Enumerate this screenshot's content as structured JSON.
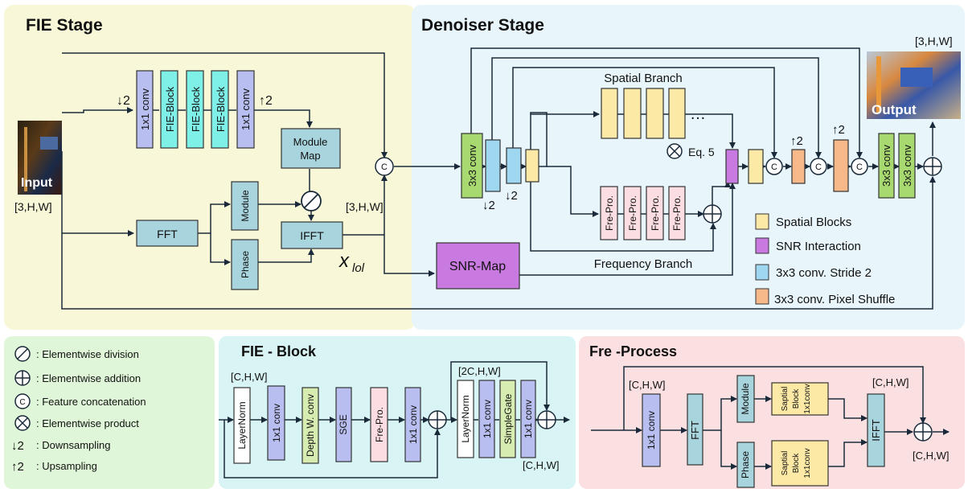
{
  "fie_stage": {
    "title": "FIE Stage",
    "input_label": "Input",
    "input_dim": "[3,H,W]",
    "down_label": "↓2",
    "up_label": "↑2",
    "blocks": [
      "1x1 conv",
      "FIE-Block",
      "FIE-Block",
      "FIE-Block",
      "1x1 conv"
    ],
    "module_map": [
      "Module",
      "Map"
    ],
    "fft": "FFT",
    "module": "Module",
    "phase": "Phase",
    "ifft": "IFFT",
    "out_dim": "[3,H,W]",
    "x_lol": "x",
    "x_lol_sub": "lol",
    "concat": "C"
  },
  "denoiser": {
    "title": "Denoiser Stage",
    "output_dim": "[3,H,W]",
    "output_label": "Output",
    "spatial_branch": "Spatial Branch",
    "frequency_branch": "Frequency Branch",
    "conv3": "3x3 conv",
    "down": "↓2",
    "up": "↑2",
    "ellipsis": "…",
    "eq": "Eq. 5",
    "fre_pro": "Fre-Pro.",
    "snr_map": "SNR-Map",
    "concat": "C",
    "legend": [
      {
        "label": "Spatial Blocks",
        "color": "#fde9a6"
      },
      {
        "label": "SNR Interaction",
        "color": "#c87ae0"
      },
      {
        "label": "3x3 conv. Stride 2",
        "color": "#9fd6f0"
      },
      {
        "label": "3x3 conv. Pixel Shuffle",
        "color": "#f7b98a"
      }
    ]
  },
  "symbols": {
    "items": [
      {
        "label": ": Elementwise division",
        "icon": "division-icon"
      },
      {
        "label": ": Elementwise addition",
        "icon": "addition-icon"
      },
      {
        "label": ": Feature concatenation",
        "icon": "concat-icon"
      },
      {
        "label": ": Elementwise product",
        "icon": "product-icon"
      },
      {
        "label": ": Downsampling",
        "icon": "down-icon",
        "glyph": "↓2"
      },
      {
        "label": ": Upsampling",
        "icon": "up-icon",
        "glyph": "↑2"
      }
    ],
    "concat_letter": "C"
  },
  "fie_block": {
    "title": "FIE - Block",
    "dim_in": "[C,H,W]",
    "dim_mid": "[2C,H,W]",
    "dim_out": "[C,H,W]",
    "layers": [
      "LayerNorm",
      "1x1 conv",
      "Depth W. conv",
      "SGE",
      "Fre-Pro.",
      "1x1 conv"
    ],
    "layers2": [
      "LayerNorm",
      "1x1 conv",
      "SimpleGate",
      "1x1 conv"
    ]
  },
  "fre_process": {
    "title": "Fre -Process",
    "dim_in": "[C,H,W]",
    "dim_mid": "[C,H,W]",
    "dim_out": "[C,H,W]",
    "conv": "1x1 conv",
    "fft": "FFT",
    "module": "Module",
    "phase": "Phase",
    "saptial_block": [
      "Saptial",
      "Block",
      "1x1conv"
    ],
    "ifft": "IFFT"
  }
}
